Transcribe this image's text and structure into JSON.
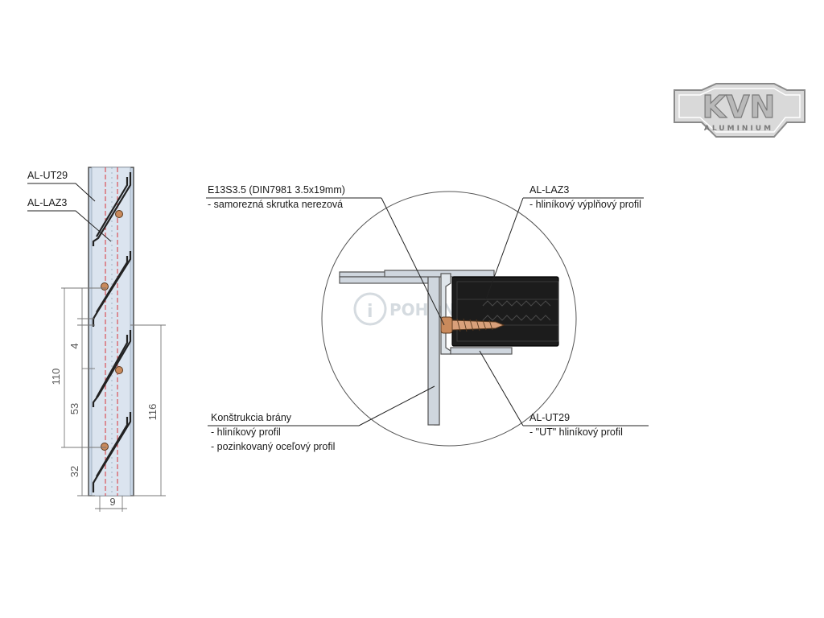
{
  "logo": {
    "main": "KVN",
    "sub": "ALUMINIUM"
  },
  "watermark": "POHONY",
  "labels": {
    "left_ut29": "AL-UT29",
    "left_laz3": "AL-LAZ3",
    "screw_code": "E13S3.5 (DIN7981 3.5x19mm)",
    "screw_desc": "- samorezná skrutka nerezová",
    "laz3_code": "AL-LAZ3",
    "laz3_desc": "- hliníkový výplňový profil",
    "konst_title": "Konštrukcia brány",
    "konst_line1": "- hliníkový profil",
    "konst_line2": "- pozinkovaný oceľový profil",
    "ut29_code": "AL-UT29",
    "ut29_desc": "- \"UT\" hliníkový profil"
  },
  "dimensions": {
    "d110": "110",
    "d4": "4",
    "d53": "53",
    "d32": "32",
    "d116": "116",
    "d9": "9"
  },
  "colors": {
    "profile_fill": "#c9d6e6",
    "profile_stroke": "#444444",
    "red_line": "#d9343a",
    "filler": "#1c1c1c",
    "screw": "#c98a5c"
  }
}
